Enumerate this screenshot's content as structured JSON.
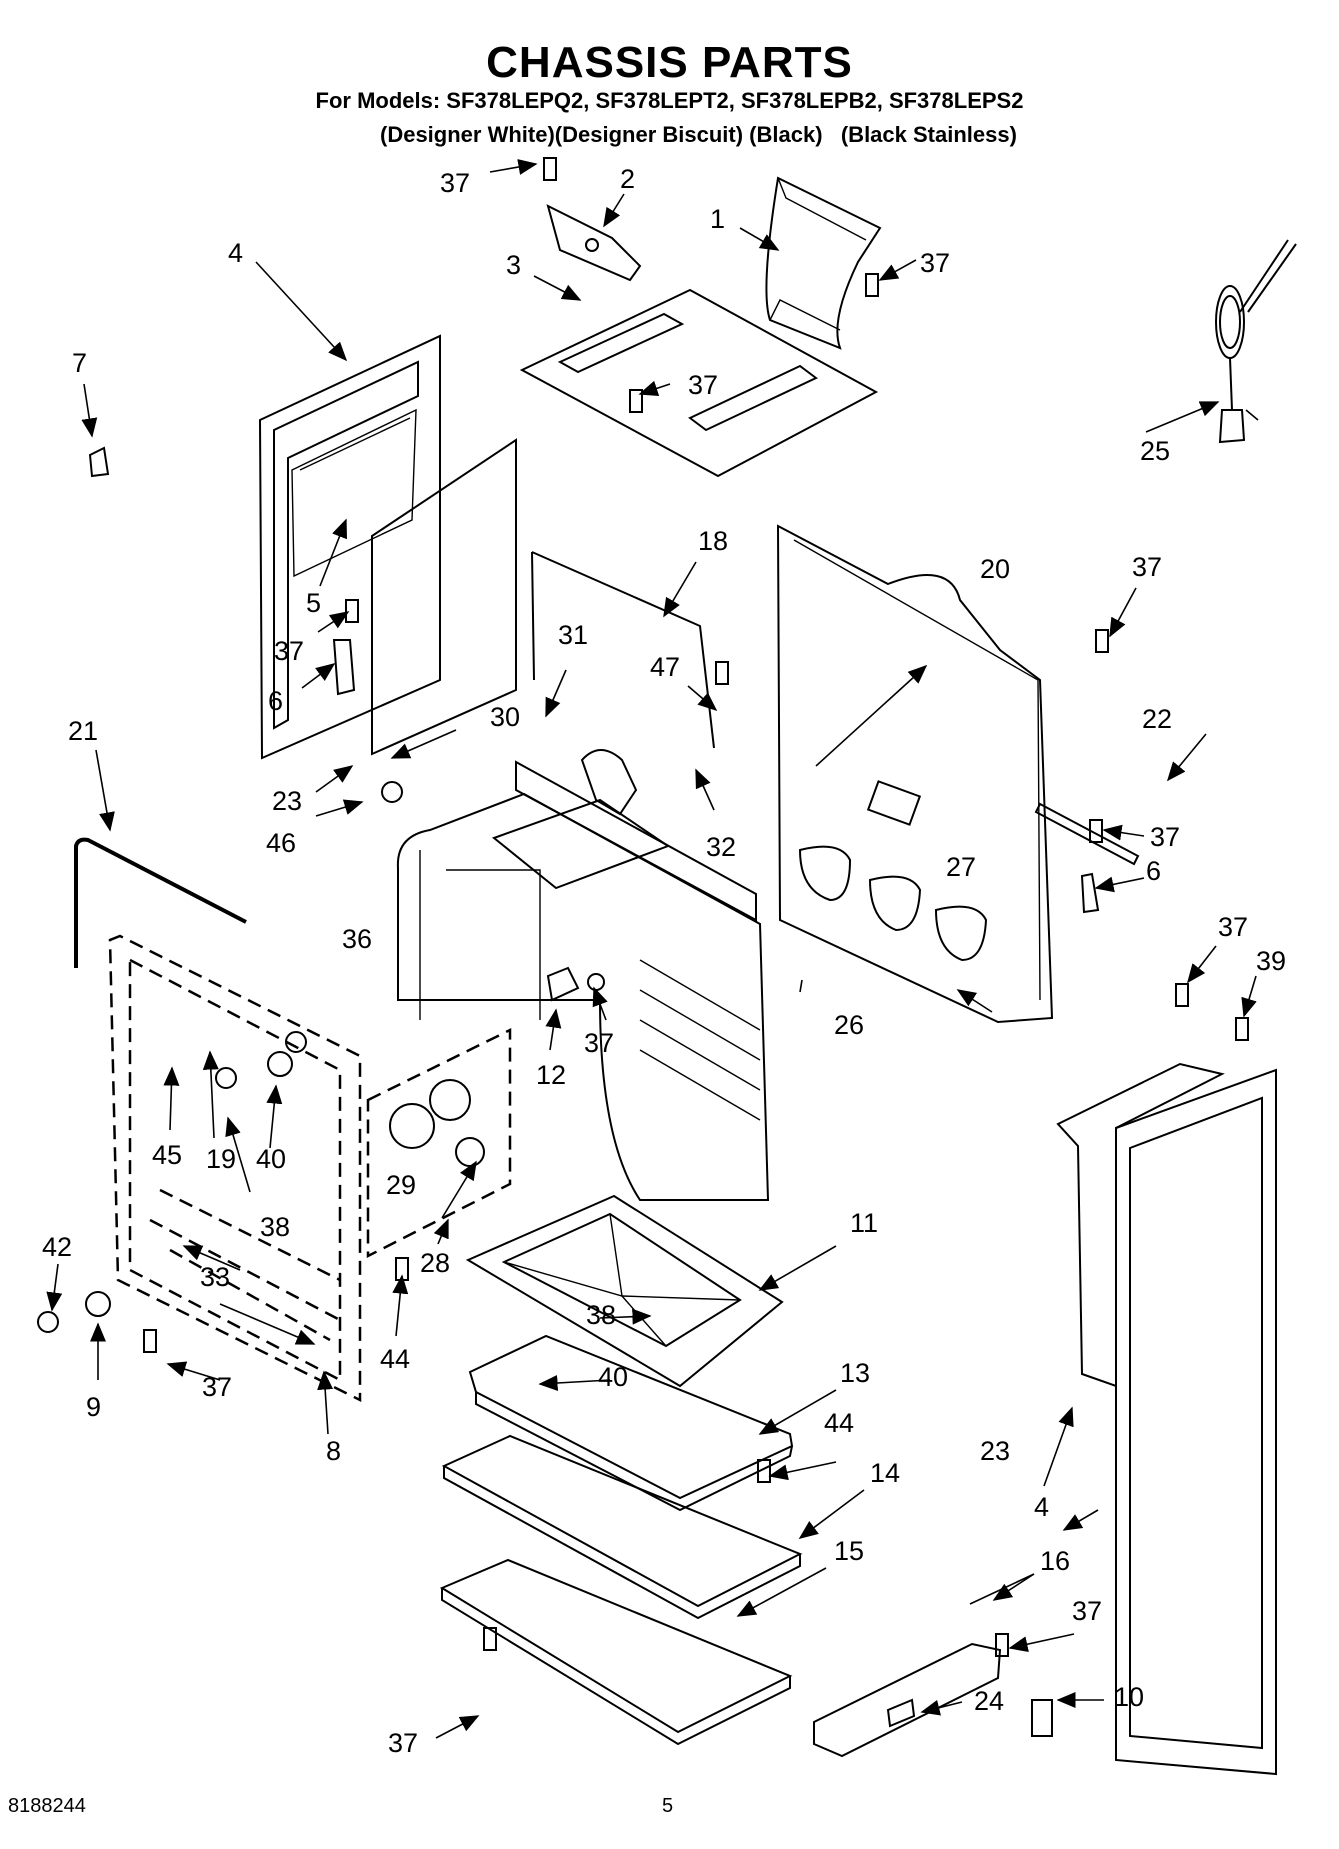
{
  "header": {
    "title": "CHASSIS PARTS",
    "models": "For Models: SF378LEPQ2, SF378LEPT2, SF378LEPB2, SF378LEPS2",
    "colors": "(Designer White)(Designer Biscuit) (Black)   (Black Stainless)"
  },
  "footer": {
    "part_number": "8188244",
    "page_number": "5"
  },
  "callouts": {
    "c1": "1",
    "c2": "2",
    "c3": "3",
    "c4a": "4",
    "c4b": "4",
    "c5": "5",
    "c6a": "6",
    "c6b": "6",
    "c7": "7",
    "c8": "8",
    "c9": "9",
    "c10": "10",
    "c11": "11",
    "c12": "12",
    "c13": "13",
    "c14": "14",
    "c15": "15",
    "c16": "16",
    "c18": "18",
    "c19": "19",
    "c20": "20",
    "c21": "21",
    "c22": "22",
    "c23a": "23",
    "c23b": "23",
    "c24": "24",
    "c25": "25",
    "c26": "26",
    "c27": "27",
    "c28": "28",
    "c29": "29",
    "c30": "30",
    "c31": "31",
    "c32": "32",
    "c33": "33",
    "c36": "36",
    "c37a": "37",
    "c37b": "37",
    "c37c": "37",
    "c37d": "37",
    "c37e": "37",
    "c37f": "37",
    "c37g": "37",
    "c37h": "37",
    "c37i": "37",
    "c37j": "37",
    "c37k": "37",
    "c38a": "38",
    "c38b": "38",
    "c39": "39",
    "c40a": "40",
    "c40b": "40",
    "c42": "42",
    "c44a": "44",
    "c44b": "44",
    "c45": "45",
    "c46": "46",
    "c47": "47"
  }
}
